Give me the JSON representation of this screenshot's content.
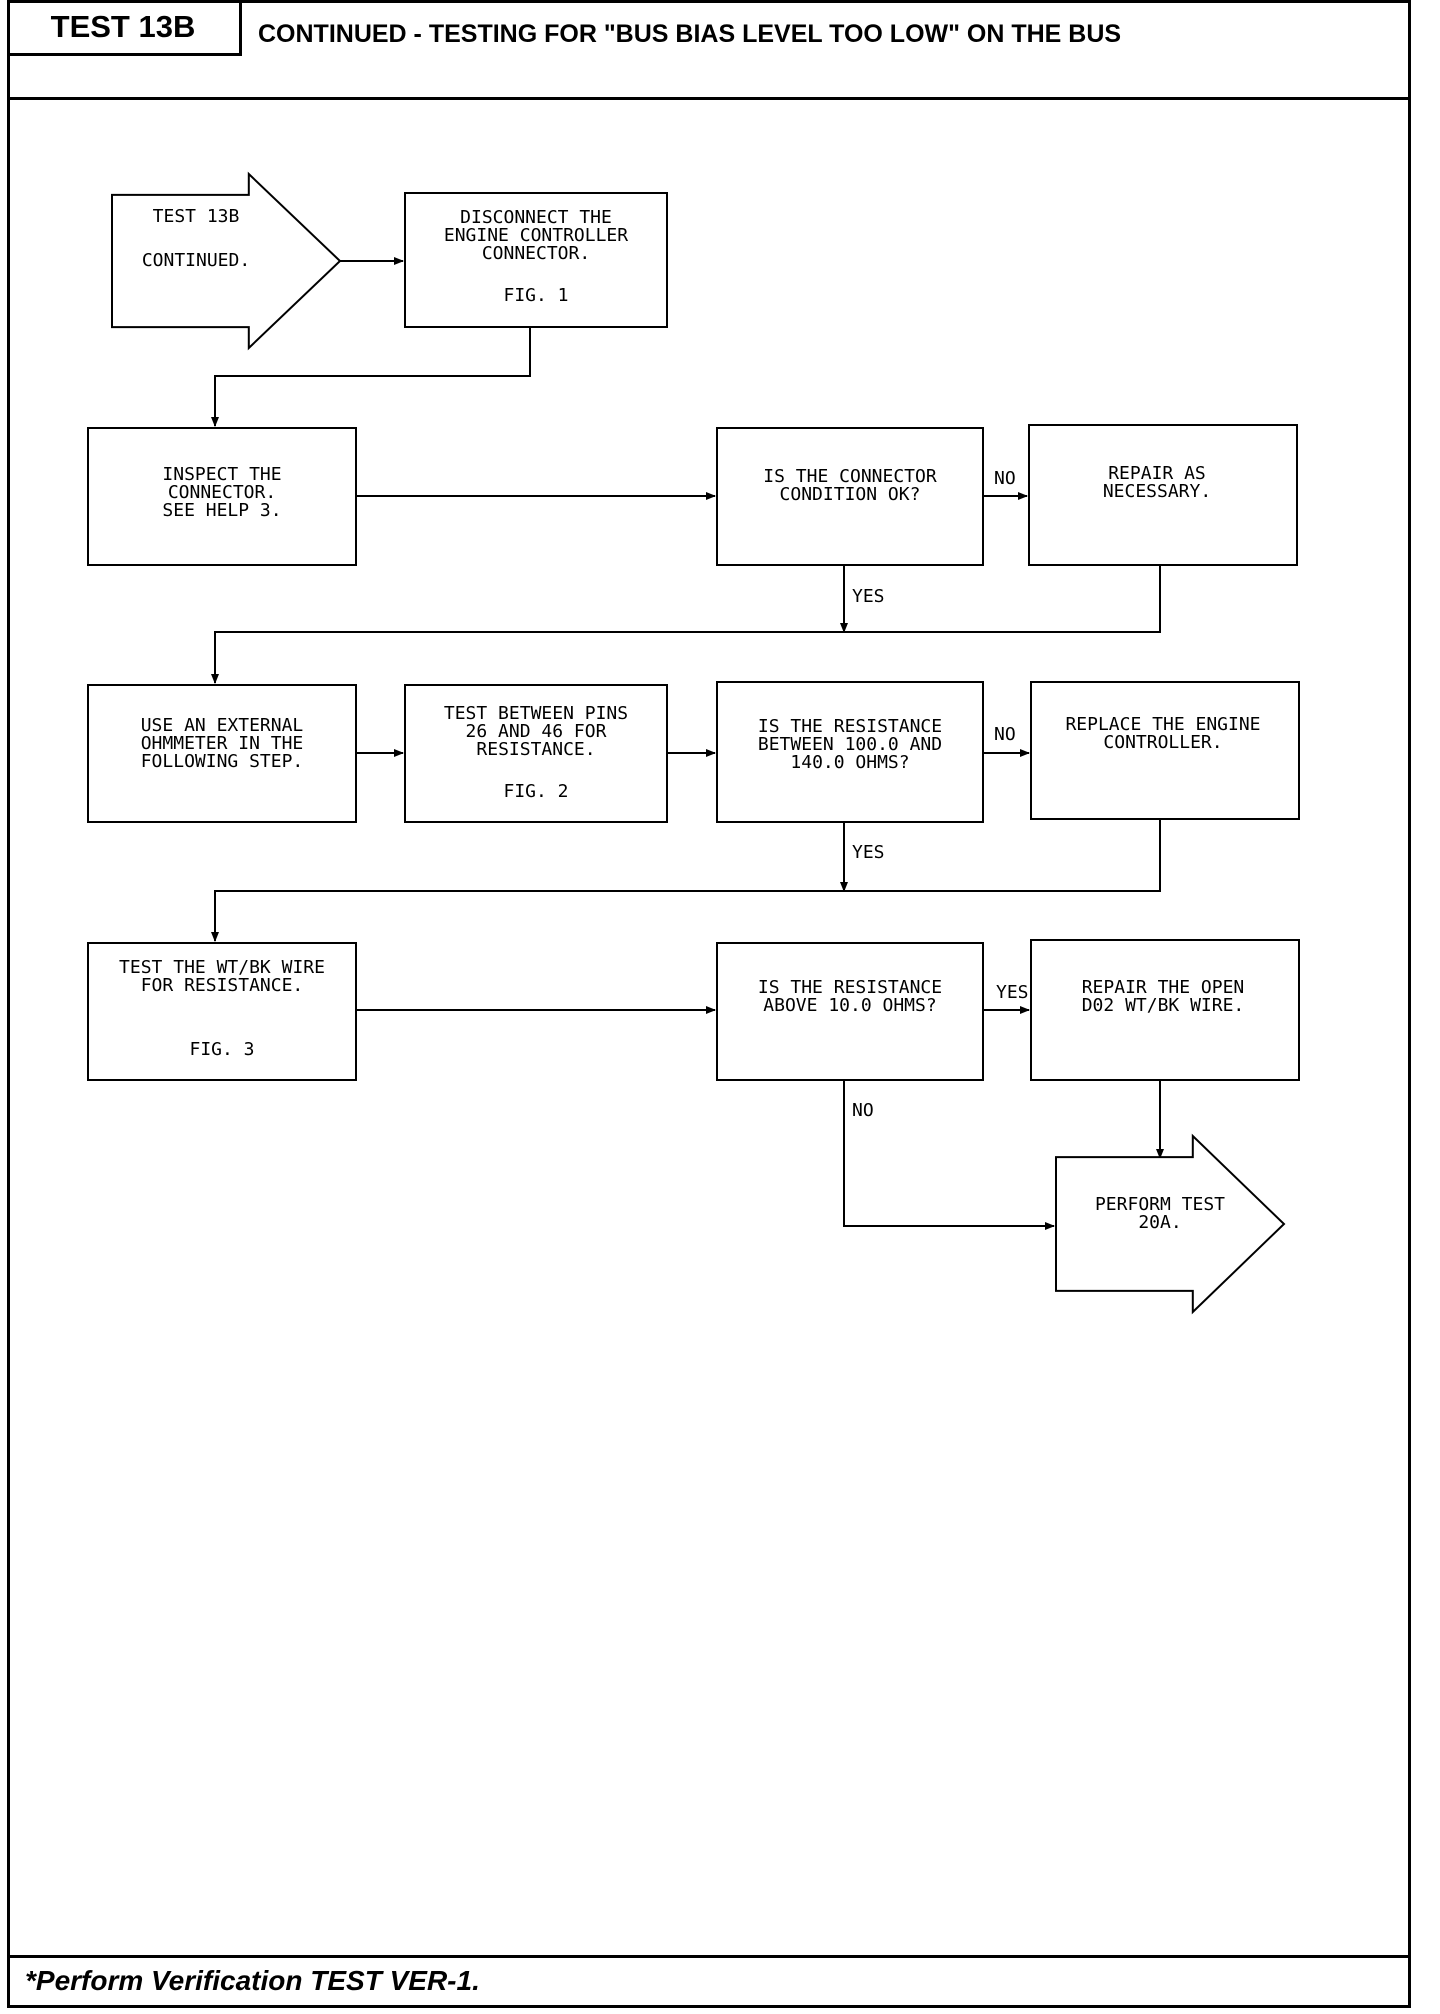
{
  "header": {
    "test_id": "TEST 13B",
    "title": "CONTINUED - TESTING FOR \"BUS BIAS LEVEL TOO LOW\" ON THE BUS"
  },
  "footer": {
    "note": "*Perform Verification TEST VER-1."
  },
  "flowchart": {
    "nodes": [
      {
        "id": "start",
        "kind": "entry-arrow",
        "lines": [
          "TEST 13B",
          "CONTINUED."
        ]
      },
      {
        "id": "disconnect",
        "kind": "action",
        "lines": [
          "DISCONNECT THE",
          "ENGINE CONTROLLER",
          "CONNECTOR.",
          "FIG. 1"
        ]
      },
      {
        "id": "inspect",
        "kind": "action",
        "lines": [
          "INSPECT THE",
          "CONNECTOR.",
          "SEE HELP 3."
        ]
      },
      {
        "id": "q-connector",
        "kind": "question",
        "lines": [
          "IS THE CONNECTOR",
          "CONDITION OK?"
        ]
      },
      {
        "id": "repair",
        "kind": "action",
        "lines": [
          "REPAIR AS",
          "NECESSARY."
        ]
      },
      {
        "id": "ohmmeter",
        "kind": "action",
        "lines": [
          "USE AN EXTERNAL",
          "OHMMETER IN THE",
          "FOLLOWING STEP."
        ]
      },
      {
        "id": "test-pins",
        "kind": "action",
        "lines": [
          "TEST BETWEEN PINS",
          "26 AND 46 FOR",
          "RESISTANCE.",
          "FIG. 2"
        ]
      },
      {
        "id": "q-resistance",
        "kind": "question",
        "lines": [
          "IS THE RESISTANCE",
          "BETWEEN 100.0 AND",
          "140.0 OHMS?"
        ]
      },
      {
        "id": "replace",
        "kind": "action",
        "lines": [
          "REPLACE THE ENGINE",
          "CONTROLLER."
        ]
      },
      {
        "id": "test-wire",
        "kind": "action",
        "lines": [
          "TEST THE WT/BK WIRE",
          "FOR RESISTANCE.",
          "FIG. 3"
        ]
      },
      {
        "id": "q-above",
        "kind": "question",
        "lines": [
          "IS THE RESISTANCE",
          "ABOVE 10.0 OHMS?"
        ]
      },
      {
        "id": "repair-open",
        "kind": "action",
        "lines": [
          "REPAIR THE OPEN",
          "D02 WT/BK WIRE."
        ]
      },
      {
        "id": "perform",
        "kind": "exit-arrow",
        "lines": [
          "PERFORM TEST",
          "20A."
        ]
      }
    ],
    "edges": [
      {
        "from": "start",
        "to": "disconnect",
        "label": ""
      },
      {
        "from": "disconnect",
        "to": "inspect",
        "label": ""
      },
      {
        "from": "inspect",
        "to": "q-connector",
        "label": ""
      },
      {
        "from": "q-connector",
        "to": "repair",
        "label": "NO"
      },
      {
        "from": "q-connector",
        "to": "ohmmeter",
        "label": "YES"
      },
      {
        "from": "repair",
        "to": "ohmmeter",
        "label": ""
      },
      {
        "from": "ohmmeter",
        "to": "test-pins",
        "label": ""
      },
      {
        "from": "test-pins",
        "to": "q-resistance",
        "label": ""
      },
      {
        "from": "q-resistance",
        "to": "replace",
        "label": "NO"
      },
      {
        "from": "q-resistance",
        "to": "test-wire",
        "label": "YES"
      },
      {
        "from": "replace",
        "to": "test-wire",
        "label": ""
      },
      {
        "from": "test-wire",
        "to": "q-above",
        "label": ""
      },
      {
        "from": "q-above",
        "to": "repair-open",
        "label": "YES"
      },
      {
        "from": "q-above",
        "to": "perform",
        "label": "NO"
      },
      {
        "from": "repair-open",
        "to": "perform",
        "label": ""
      }
    ]
  }
}
